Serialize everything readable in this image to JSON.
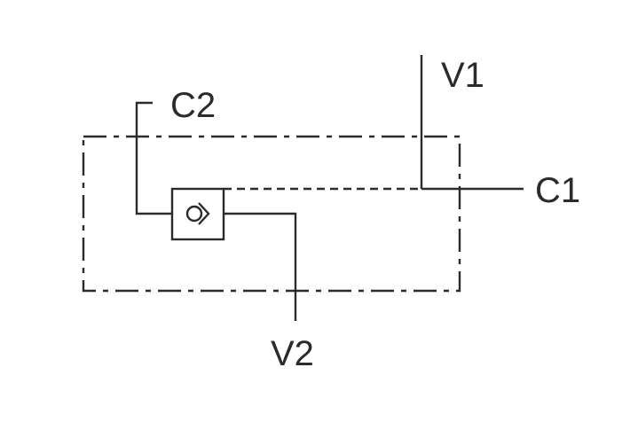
{
  "labels": {
    "v1": "V1",
    "c1": "C1",
    "c2": "C2",
    "v2": "V2"
  },
  "colors": {
    "line": "#2b2b2b",
    "background": "#ffffff"
  }
}
